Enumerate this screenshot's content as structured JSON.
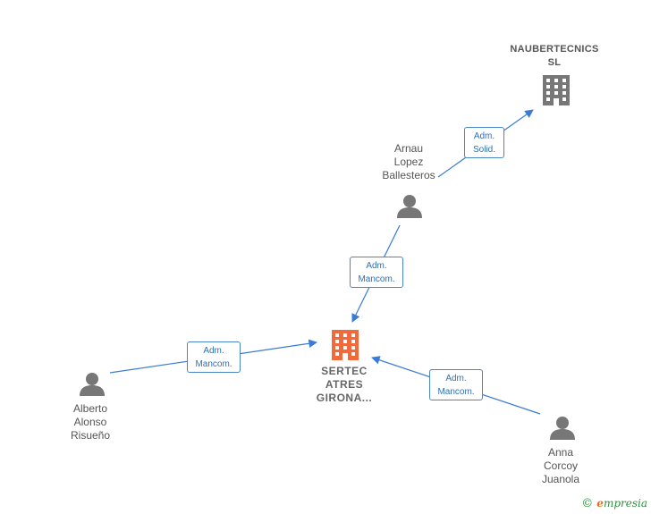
{
  "nodes": {
    "center": {
      "line1": "SERTEC",
      "line2": "ATRES",
      "line3": "GIRONA...",
      "color": "#f26a3c"
    },
    "naubertecnics": {
      "line1": "NAUBERTECNICS",
      "line2": "SL",
      "color": "#777777"
    },
    "arnau": {
      "line1": "Arnau",
      "line2": "Lopez",
      "line3": "Ballesteros"
    },
    "alberto": {
      "line1": "Alberto",
      "line2": "Alonso",
      "line3": "Risueño"
    },
    "anna": {
      "line1": "Anna",
      "line2": "Corcoy",
      "line3": "Juanola"
    }
  },
  "relations": {
    "arnau_to_naubertecnics": {
      "line1": "Adm.",
      "line2": "Solid."
    },
    "arnau_to_center": {
      "line1": "Adm.",
      "line2": "Mancom."
    },
    "alberto_to_center": {
      "line1": "Adm.",
      "line2": "Mancom."
    },
    "anna_to_center": {
      "line1": "Adm.",
      "line2": "Mancom."
    }
  },
  "colors": {
    "edge": "#3a7bd5",
    "person": "#777777"
  },
  "brand": {
    "copyright": "©",
    "first_letter": "e",
    "rest": "mpresia"
  }
}
